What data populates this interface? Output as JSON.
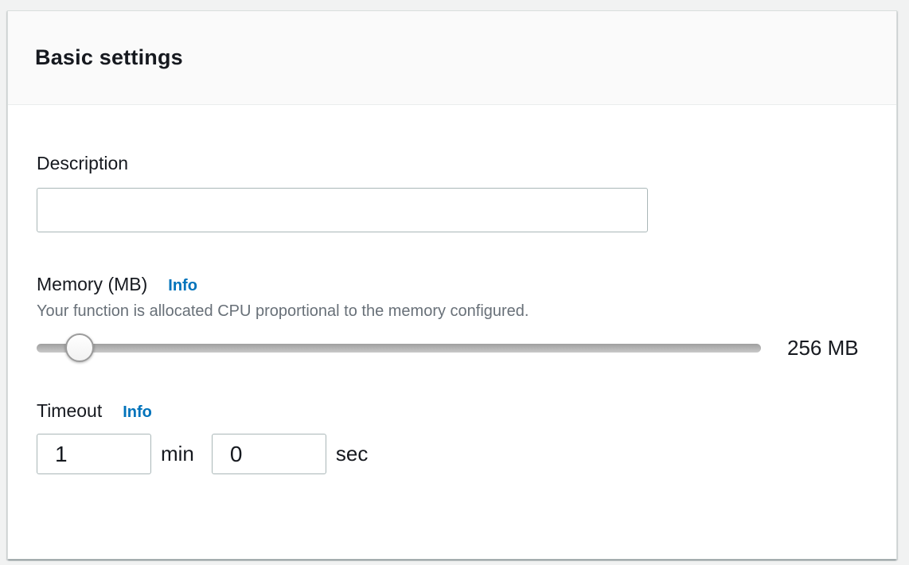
{
  "panel": {
    "title": "Basic settings"
  },
  "description": {
    "label": "Description",
    "value": "",
    "placeholder": ""
  },
  "memory": {
    "label": "Memory (MB)",
    "info_label": "Info",
    "helper": "Your function is allocated CPU proportional to the memory configured.",
    "value_label": "256 MB",
    "slider_percent": 5.9
  },
  "timeout": {
    "label": "Timeout",
    "info_label": "Info",
    "minutes_value": "1",
    "minutes_unit": "min",
    "seconds_value": "0",
    "seconds_unit": "sec"
  },
  "colors": {
    "link_blue": "#0073bb",
    "text_dark": "#16191f",
    "helper_gray": "#687078",
    "header_bg": "#fafafa",
    "page_bg": "#f1f2f2",
    "input_border": "#aab7b8"
  }
}
